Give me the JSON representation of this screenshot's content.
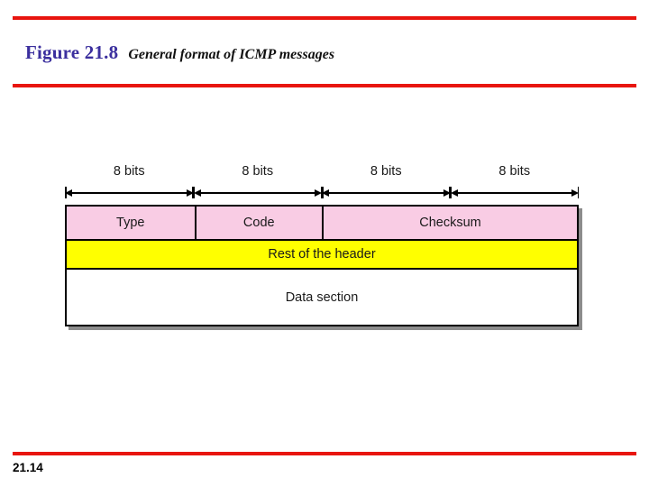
{
  "title": {
    "figure_label": "Figure 21.8",
    "caption": "General format of ICMP messages"
  },
  "colors": {
    "rule": "#e8150f",
    "figure_label": "#3b2f9e",
    "header_fill": "#f9cce4",
    "rest_fill": "#ffff00",
    "data_fill": "#ffffff",
    "outline": "#000000"
  },
  "diagram": {
    "bit_rulers": [
      {
        "label": "8 bits"
      },
      {
        "label": "8 bits"
      },
      {
        "label": "8 bits"
      },
      {
        "label": "8 bits"
      }
    ],
    "header_fields": [
      {
        "label": "Type",
        "bytes": 1
      },
      {
        "label": "Code",
        "bytes": 1
      },
      {
        "label": "Checksum",
        "bytes": 2
      }
    ],
    "rest_of_header": {
      "label": "Rest of the header"
    },
    "data_section": {
      "label": "Data section"
    }
  },
  "footer": {
    "page_number": "21.14"
  }
}
